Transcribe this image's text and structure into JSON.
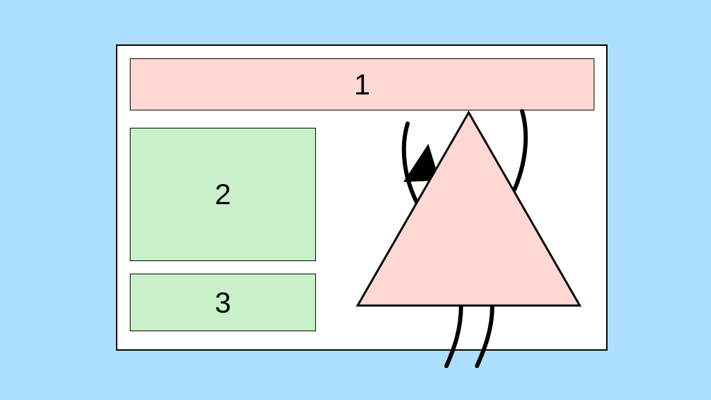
{
  "layout": {
    "header_label": "1",
    "panel_top_label": "2",
    "panel_bottom_label": "3"
  },
  "colors": {
    "background": "#ade0fe",
    "frame_fill": "#ffffff",
    "header_fill": "#ffd8d3",
    "panel_fill": "#c9f1c9",
    "triangle_fill": "#ffd8d3",
    "outline": "#000000"
  }
}
